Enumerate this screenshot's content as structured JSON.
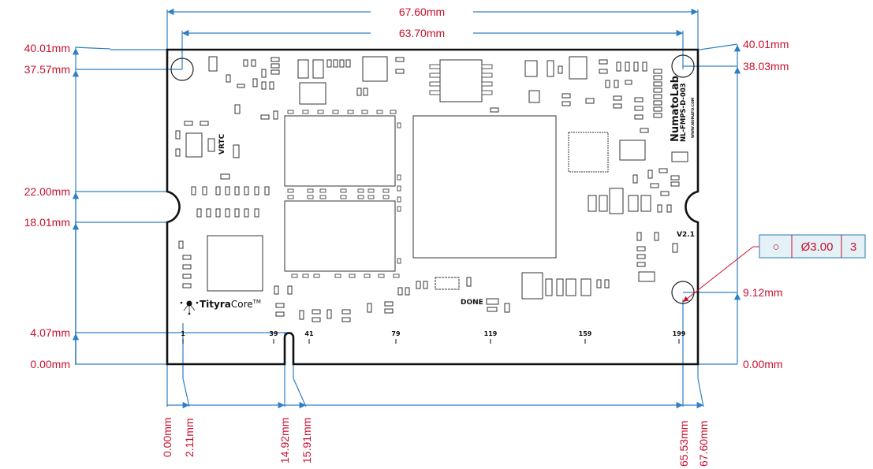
{
  "drawing": {
    "title": "Mechanical dimension drawing",
    "board_name": "NL-FMPS-D-003",
    "brand": "NumatoLab",
    "website": "WWW.NUMATO.COM",
    "product_logo": "TityraCore",
    "product_logo_bold": "Tityra",
    "product_logo_regular": "Core",
    "trademark": "TM",
    "version": "V2.1",
    "silk_vrtc": "VRTC",
    "silk_done": "DONE"
  },
  "dimensions": {
    "top": {
      "overall_width": "67.60mm",
      "hole_span": "63.70mm"
    },
    "left": [
      {
        "id": "top_edge",
        "label": "40.01mm"
      },
      {
        "id": "hole_top_left",
        "label": "37.57mm"
      },
      {
        "id": "notch_top",
        "label": "22.00mm"
      },
      {
        "id": "notch_bottom",
        "label": "18.01mm"
      },
      {
        "id": "pin_row",
        "label": "4.07mm"
      },
      {
        "id": "bottom_edge",
        "label": "0.00mm"
      }
    ],
    "right": [
      {
        "id": "top_edge",
        "label": "40.01mm"
      },
      {
        "id": "hole_top_right",
        "label": "38.03mm"
      },
      {
        "id": "hole_bottom_right",
        "label": "9.12mm"
      },
      {
        "id": "bottom_edge",
        "label": "0.00mm"
      }
    ],
    "bottom": [
      {
        "id": "left_edge",
        "label": "0.00mm"
      },
      {
        "id": "pin1",
        "label": "2.11mm"
      },
      {
        "id": "key_left",
        "label": "14.92mm"
      },
      {
        "id": "key_right",
        "label": "15.91mm"
      },
      {
        "id": "hole_right",
        "label": "65.53mm"
      },
      {
        "id": "right_edge",
        "label": "67.60mm"
      }
    ]
  },
  "feature_control_frame": {
    "symbol": "○",
    "symbol_name": "circularity",
    "diameter": "Ø3.00",
    "count": "3"
  },
  "pin_labels": [
    "1",
    "39",
    "41",
    "79",
    "119",
    "159",
    "199"
  ]
}
